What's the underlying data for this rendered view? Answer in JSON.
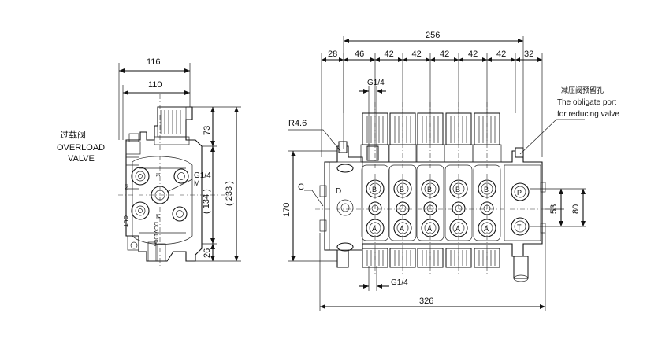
{
  "side_view": {
    "dim_width_outer": "116",
    "dim_width_inner": "110",
    "dim_top": "73",
    "dim_mid": "( 134 )",
    "dim_total": "( 233 )",
    "dim_bottom": "26",
    "port_label": "G1/4",
    "label_in": "IN",
    "label_out": "OUT",
    "label_m": "M",
    "label_k": "K",
    "casting_mark": "DCV100A"
  },
  "overload_note": {
    "zh": "过载阀",
    "en_line1": "OVERLOAD",
    "en_line2": "VALVE"
  },
  "front_view": {
    "dim_total_top": "256",
    "dim_segments": [
      "28",
      "46",
      "42",
      "42",
      "42",
      "42",
      "42",
      "32"
    ],
    "port_top": "G1/4",
    "port_bottom": "G1/4",
    "radius": "R4.6",
    "label_c": "C",
    "label_d": "D",
    "dim_height": "170",
    "dim_53": "53",
    "dim_80": "80",
    "dim_bottom_total": "326",
    "port_letter_b": "B",
    "port_letter_a": "A",
    "port_letter_p": "P",
    "port_letter_t": "T"
  },
  "reducing_note": {
    "zh": "减压阀预留孔",
    "en_line1": "The obligate port",
    "en_line2": "for reducing valve"
  }
}
